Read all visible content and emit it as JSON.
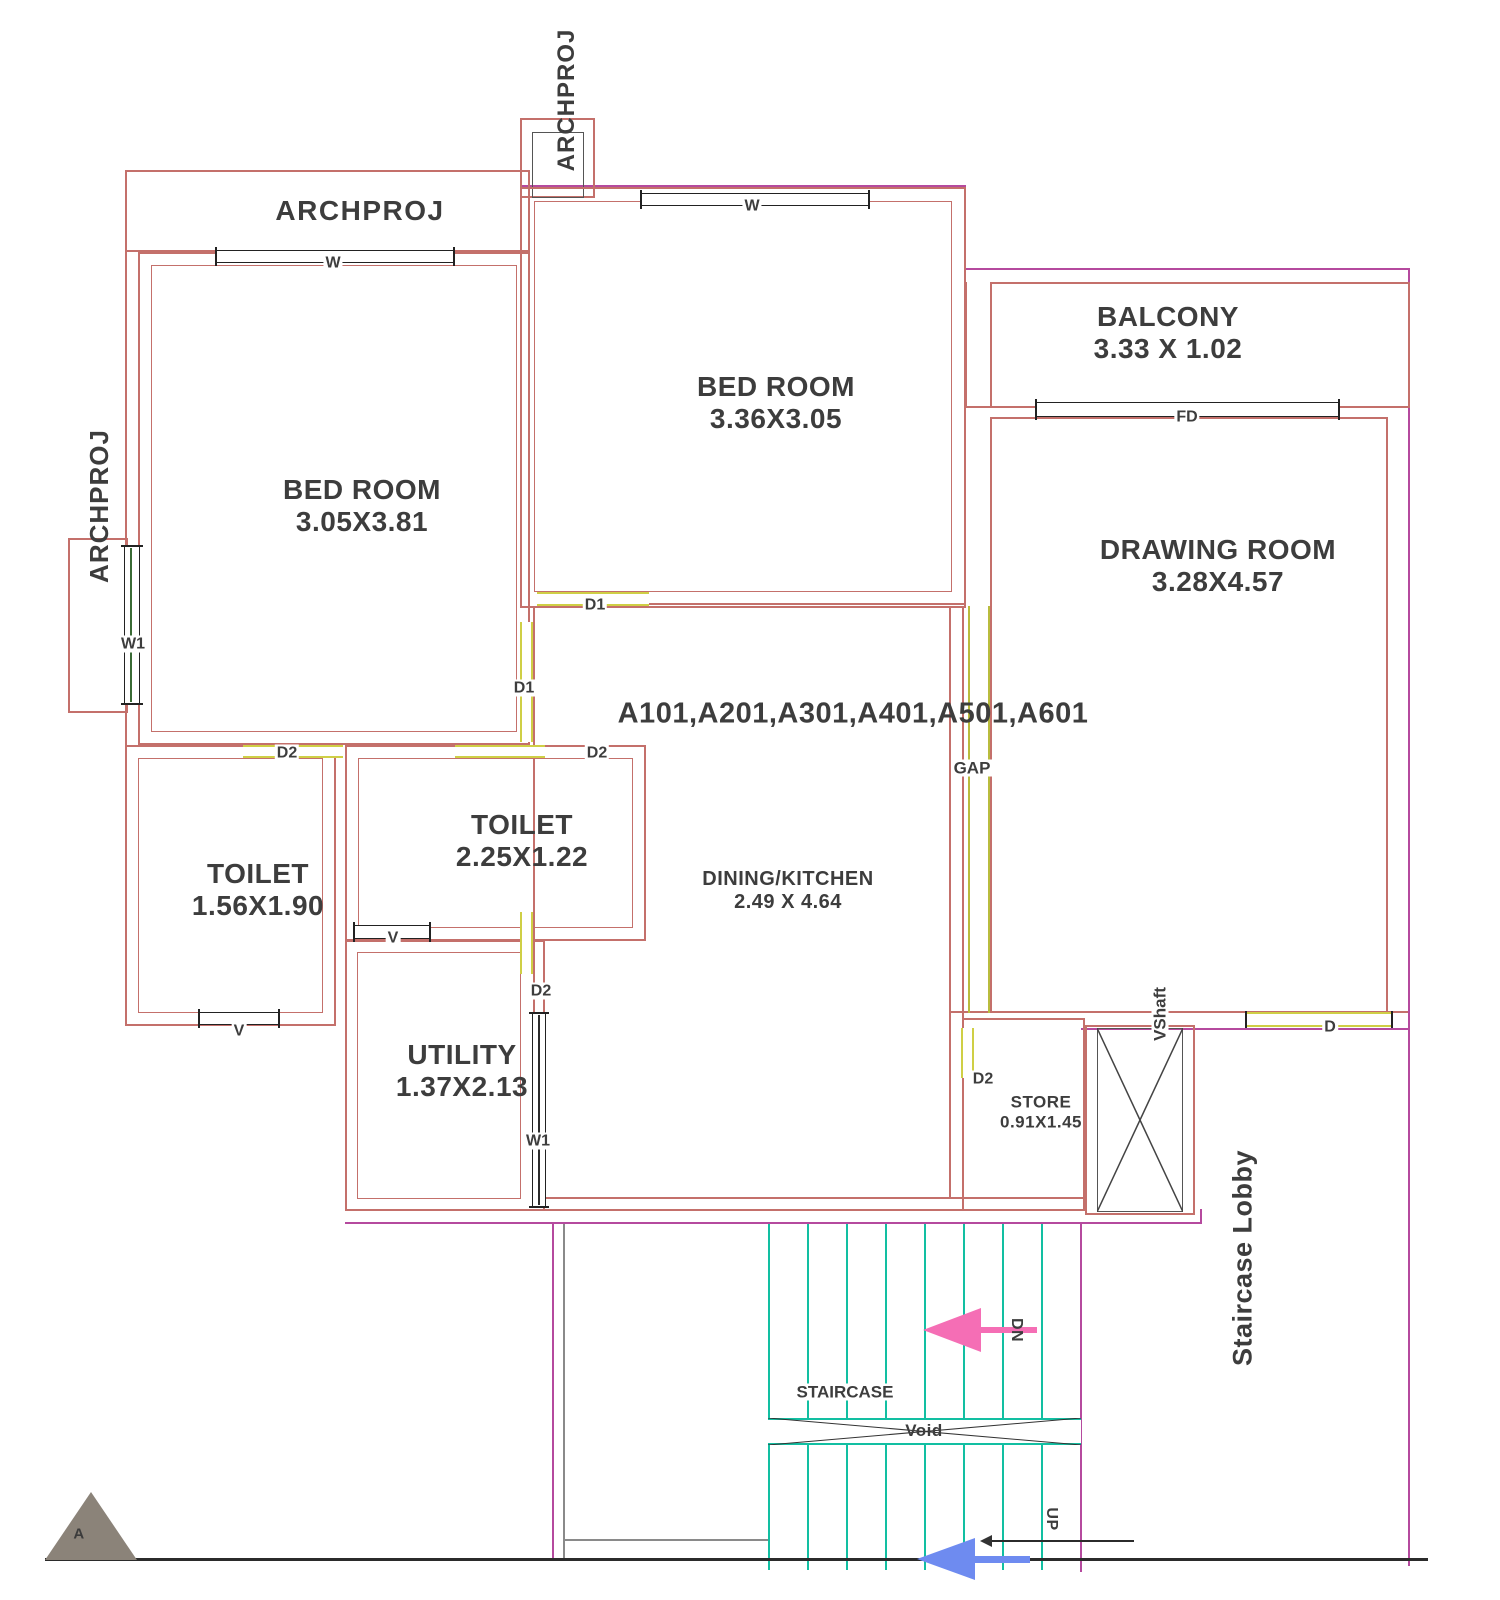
{
  "title": "Apartment unit floor plan",
  "units_text": "A101,A201,A301,A401,A501,A601",
  "labels": {
    "archproj": "ARCHPROJ",
    "gap": "GAP",
    "staircase": "STAIRCASE",
    "void": "Void",
    "vshaft": "VShaft",
    "staircase_lobby": "Staircase Lobby",
    "dn": "DN",
    "up": "UP",
    "section_marker": "A"
  },
  "rooms": {
    "bedroom_left": {
      "name": "BED ROOM",
      "dims": "3.05X3.81"
    },
    "bedroom_top": {
      "name": "BED ROOM",
      "dims": "3.36X3.05"
    },
    "balcony": {
      "name": "BALCONY",
      "dims": "3.33 X 1.02"
    },
    "drawing_room": {
      "name": "DRAWING ROOM",
      "dims": "3.28X4.57"
    },
    "toilet_left": {
      "name": "TOILET",
      "dims": "1.56X1.90"
    },
    "toilet_mid": {
      "name": "TOILET",
      "dims": "2.25X1.22"
    },
    "utility": {
      "name": "UTILITY",
      "dims": "1.37X2.13"
    },
    "dining": {
      "name": "DINING/KITCHEN",
      "dims": "2.49 X 4.64"
    },
    "store": {
      "name": "STORE",
      "dims": "0.91X1.45"
    }
  },
  "openings": {
    "w": "W",
    "w1": "W1",
    "d": "D",
    "d1": "D1",
    "d2": "D2",
    "fd": "FD",
    "v": "V"
  },
  "colors": {
    "wall": "#c4706b",
    "outer_boundary": "#b54a9e",
    "door": "#cfcf45",
    "gap_line": "#b9bc3d",
    "stair": "#12bfa2",
    "dn_arrow": "#f56eb5",
    "up_arrow_blue": "#6e8bf0",
    "text": "#3d3d3d",
    "section_triangle": "#8b8379"
  }
}
